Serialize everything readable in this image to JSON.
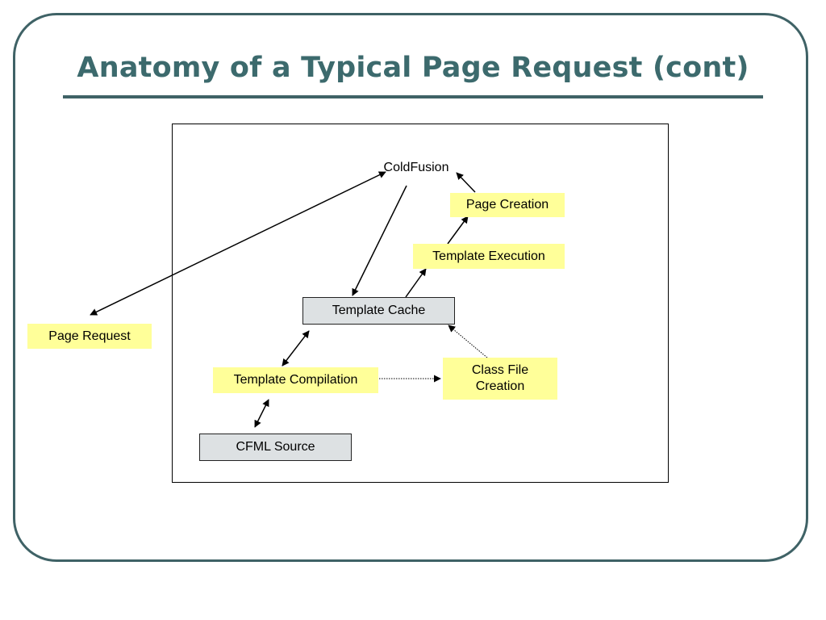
{
  "slide": {
    "title": "Anatomy of a Typical Page Request (cont)"
  },
  "diagram": {
    "nodes": {
      "coldfusion": "ColdFusion",
      "page_creation": "Page Creation",
      "template_execution": "Template Execution",
      "template_cache": "Template Cache",
      "page_request": "Page Request",
      "template_compilation": "Template Compilation",
      "class_file_creation": "Class File Creation",
      "cfml_source": "CFML Source"
    }
  },
  "colors": {
    "frame": "#3f6266",
    "title": "#3c6a6d",
    "yellow_box": "#ffff99",
    "grey_box": "#dde1e3"
  }
}
